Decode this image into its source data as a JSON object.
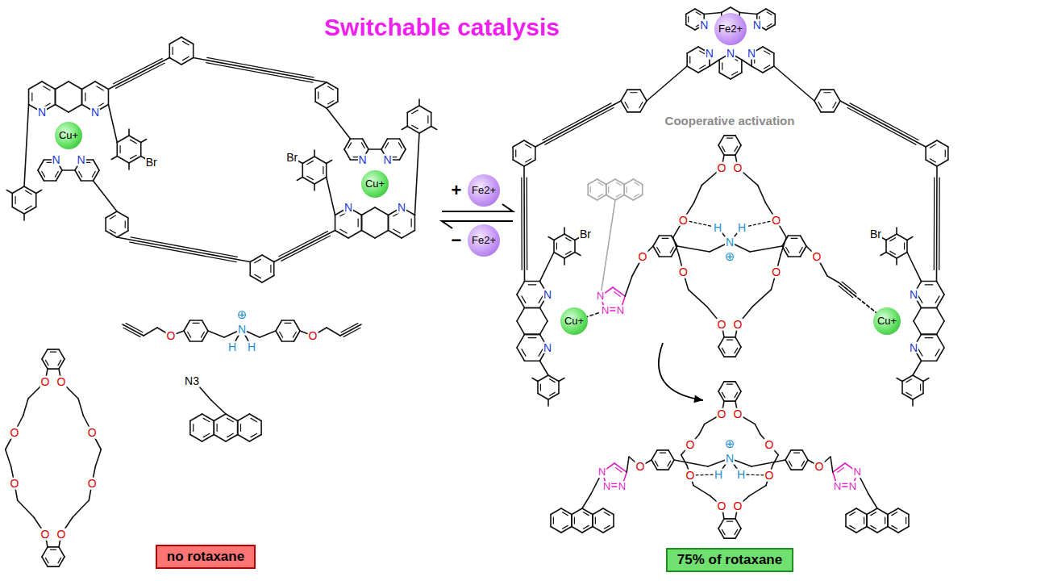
{
  "diagram": {
    "title": "Switchable catalysis",
    "nodes": [
      {
        "text": [
          "Cu+"
        ]
      },
      {
        "text": [
          "Cu+"
        ]
      },
      {
        "text": [
          "Fe2+"
        ]
      },
      {
        "text": [
          "Fe2+"
        ]
      },
      {
        "text": [
          "Fe2+"
        ]
      },
      {
        "text": [
          "Cu+"
        ]
      },
      {
        "text": [
          "Cu+"
        ]
      },
      {
        "text": [
          "no rotaxane"
        ]
      },
      {
        "text": [
          "75% of rotaxane"
        ]
      }
    ],
    "labels": [
      "N",
      "N",
      "N",
      "N",
      "Br",
      "N",
      "N",
      "N",
      "N",
      "Br",
      "+",
      "−",
      "N",
      "N",
      "N",
      "N",
      "N",
      "Cooperative activation",
      "N",
      "N",
      "Br",
      "N",
      "N",
      "Br",
      "N",
      "N",
      "N",
      "O",
      "O",
      "O",
      "O",
      "O",
      "O",
      "O",
      "O",
      "O",
      "O",
      "N",
      "⊕",
      "H",
      "H",
      "O",
      "O",
      "O",
      "O",
      "O",
      "O",
      "O",
      "O",
      "N",
      "⊕",
      "H",
      "H",
      "O",
      "N",
      "N",
      "N",
      "O",
      "N",
      "N",
      "N",
      "O",
      "O",
      "O",
      "O",
      "O",
      "O",
      "O",
      "O",
      "O",
      "O",
      "N",
      "⊕",
      "H",
      "H",
      "N3"
    ]
  }
}
